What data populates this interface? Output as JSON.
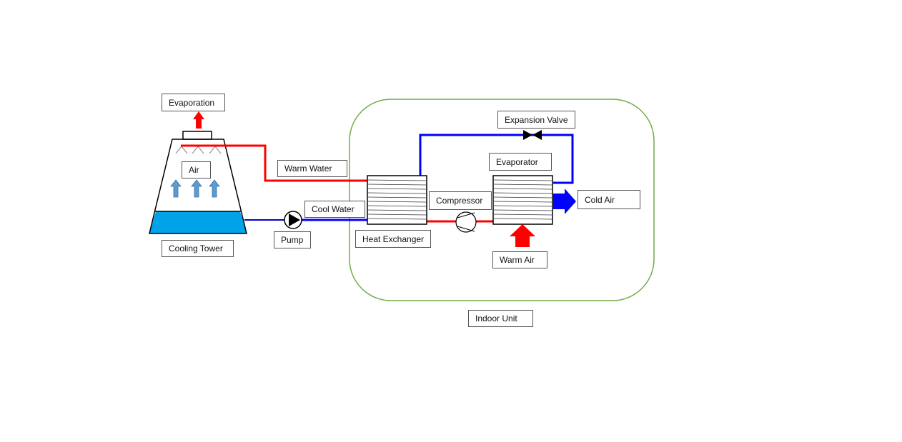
{
  "labels": {
    "evaporation": "Evaporation",
    "air": "Air",
    "warm_water": "Warm Water",
    "cool_water": "Cool Water",
    "pump": "Pump",
    "cooling_tower": "Cooling Tower",
    "expansion_valve": "Expansion Valve",
    "evaporator": "Evaporator",
    "compressor": "Compressor",
    "cold_air": "Cold Air",
    "heat_exchanger": "Heat Exchanger",
    "warm_air": "Warm Air",
    "indoor_unit": "Indoor Unit"
  },
  "colors": {
    "hot": "#ff0000",
    "cold": "#0000ff",
    "water": "#00a2e8",
    "air_arrow": "#5b9bd5",
    "indoor_border": "#70ad47"
  },
  "icons": [
    "pump-icon",
    "compressor-icon",
    "expansion-valve-icon",
    "heat-exchanger-icon",
    "cooling-tower-icon"
  ]
}
